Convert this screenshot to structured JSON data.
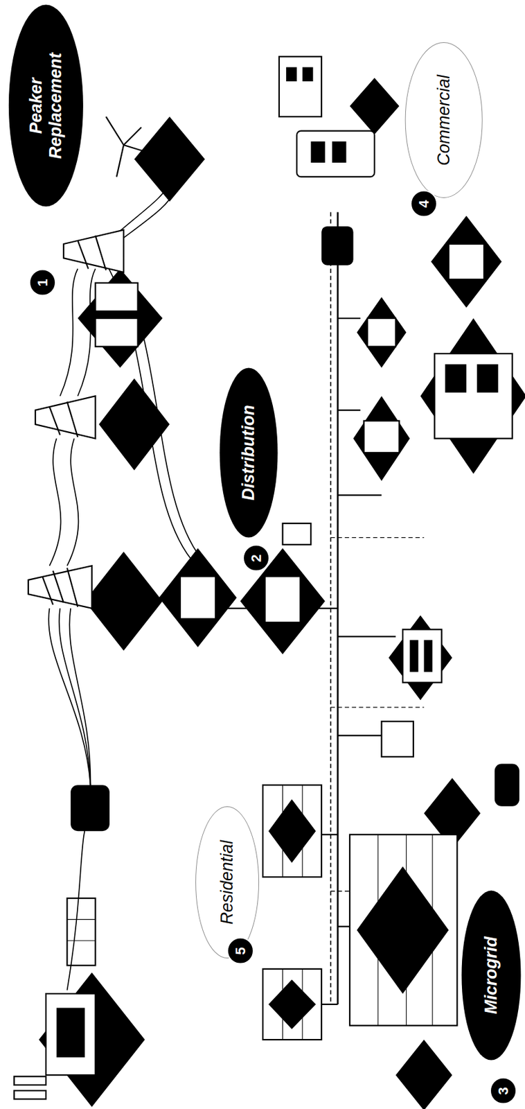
{
  "diagram": {
    "nodes": [
      {
        "text": [
          "Peaker Replacement"
        ]
      },
      {
        "text": [
          "1"
        ]
      },
      {
        "text": [
          "Distribution"
        ]
      },
      {
        "text": [
          "2"
        ]
      },
      {
        "text": [
          "Microgrid"
        ]
      },
      {
        "text": [
          "3"
        ]
      },
      {
        "text": [
          "Commercial"
        ]
      },
      {
        "text": [
          "4"
        ]
      },
      {
        "text": [
          "Residential"
        ]
      },
      {
        "text": [
          "5"
        ]
      }
    ]
  }
}
